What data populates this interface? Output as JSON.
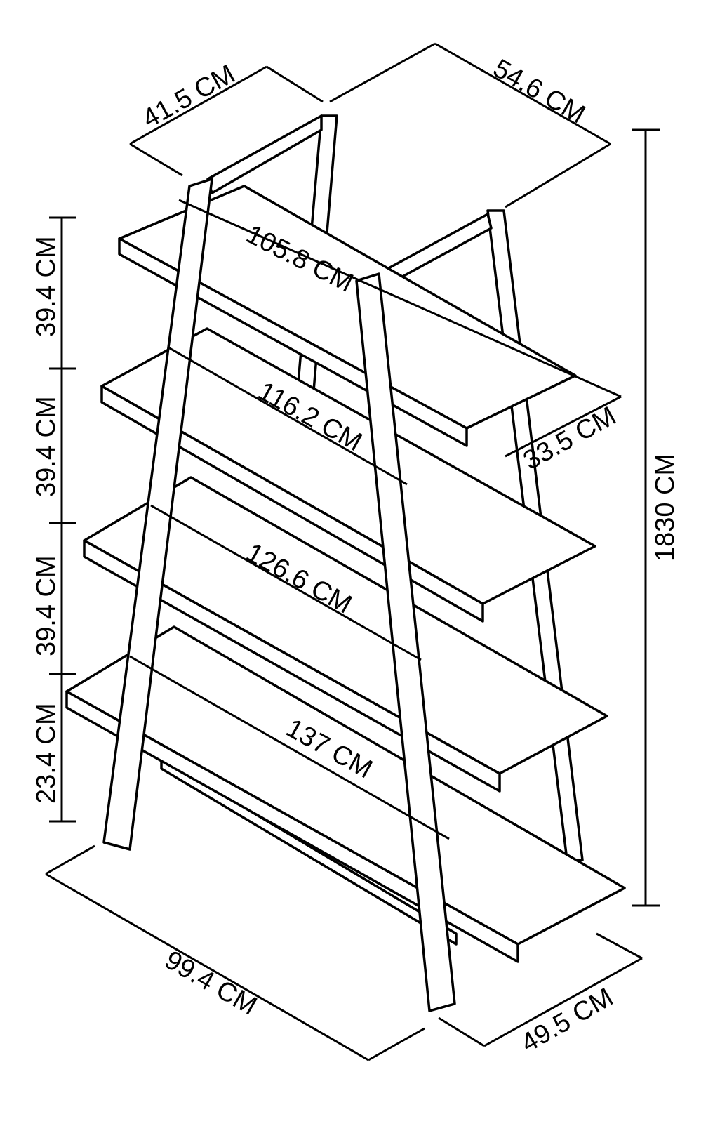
{
  "colors": {
    "line": "#000000",
    "background": "#ffffff"
  },
  "labels": {
    "top_depth": "41.5 CM",
    "top_width": "54.6 CM",
    "shelf_1_width": "105.8 CM",
    "shelf_1_depth": "33.5 CM",
    "shelf_2_width": "116.2 CM",
    "shelf_3_width": "126.6 CM",
    "shelf_4_width": "137 CM",
    "height_total": "1830 CM",
    "gap_1": "39.4 CM",
    "gap_2": "39.4 CM",
    "gap_3": "39.4 CM",
    "gap_4": "23.4 CM",
    "base_width": "99.4 CM",
    "base_depth": "49.5 CM"
  }
}
